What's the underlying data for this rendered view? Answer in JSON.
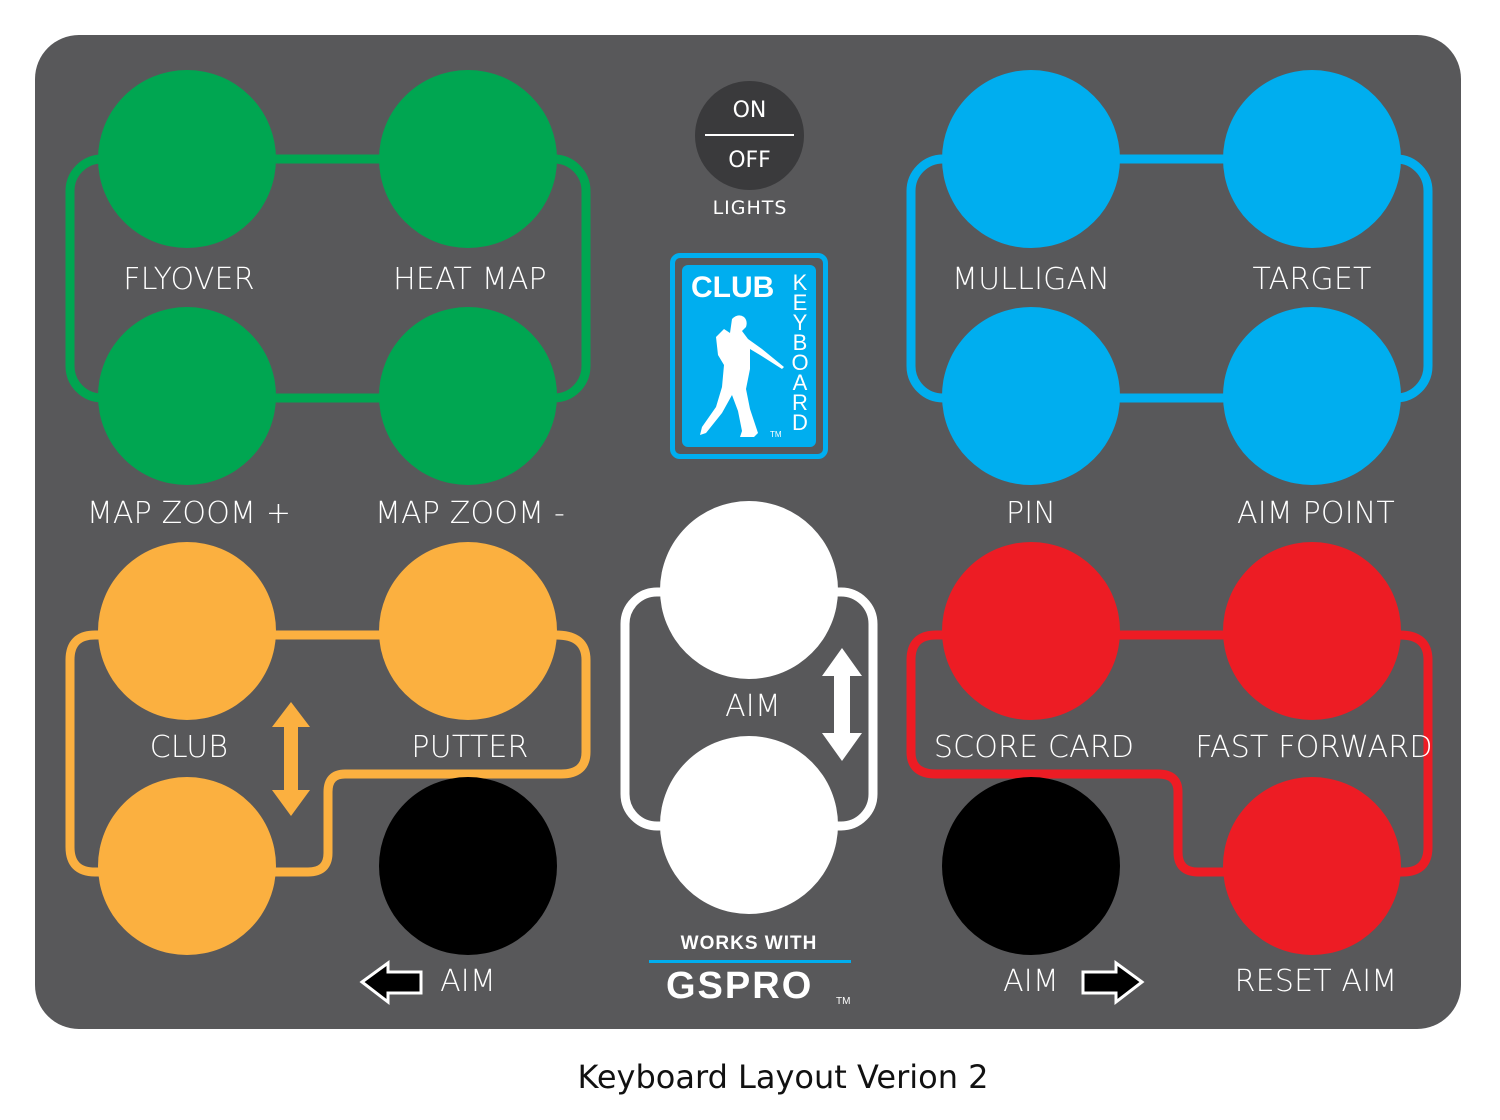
{
  "colors": {
    "panel": "#58585a",
    "green": "#00a651",
    "blue": "#00aeef",
    "orange": "#fbb040",
    "red": "#ed1c24",
    "white": "#ffffff",
    "black": "#000000",
    "lights_button": "#3a3a3c"
  },
  "lights": {
    "on_label": "ON",
    "off_label": "OFF",
    "caption": "LIGHTS"
  },
  "logo": {
    "brand_top": "CLUB",
    "brand_side": "KEYBOARD",
    "trademark": "TM",
    "icon": "golfer-silhouette-icon"
  },
  "gspro": {
    "tagline": "WORKS WITH",
    "name": "GSPRO",
    "trademark": "TM"
  },
  "groups": {
    "green": {
      "keys": [
        {
          "label": "FLYOVER"
        },
        {
          "label": "HEAT MAP"
        },
        {
          "label": "MAP ZOOM +"
        },
        {
          "label": "MAP ZOOM -"
        }
      ]
    },
    "blue": {
      "keys": [
        {
          "label": "MULLIGAN"
        },
        {
          "label": "TARGET"
        },
        {
          "label": "PIN"
        },
        {
          "label": "AIM POINT"
        }
      ]
    },
    "orange": {
      "keys": [
        {
          "label": "CLUB"
        },
        {
          "label": "PUTTER"
        },
        {
          "label": ""
        }
      ],
      "icon": "up-down-arrow-icon"
    },
    "white": {
      "label": "AIM",
      "icon": "up-down-arrow-icon"
    },
    "red": {
      "keys": [
        {
          "label": "SCORE CARD"
        },
        {
          "label": "FAST FORWARD"
        },
        {
          "label": "RESET AIM"
        }
      ]
    },
    "black": {
      "left": {
        "label": "AIM",
        "icon": "left-arrow-icon"
      },
      "right": {
        "label": "AIM",
        "icon": "right-arrow-icon"
      }
    }
  },
  "caption": "Keyboard Layout Verion 2"
}
